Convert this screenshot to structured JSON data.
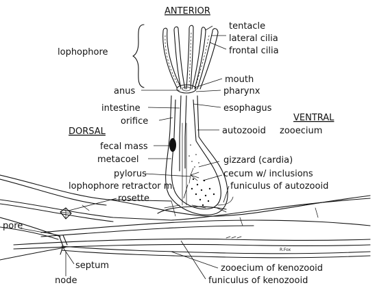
{
  "orientation": {
    "anterior": "ANTERIOR",
    "dorsal": "DORSAL",
    "ventral": "VENTRAL"
  },
  "labels": {
    "lophophore": "lophophore",
    "tentacle": "tentacle",
    "lateral_cilia": "lateral cilia",
    "frontal_cilia": "frontal cilia",
    "mouth": "mouth",
    "anus": "anus",
    "pharynx": "pharynx",
    "intestine": "intestine",
    "esophagus": "esophagus",
    "orifice": "orifice",
    "autozooid": "autozooid",
    "zooecium": "zooecium",
    "fecal_mass": "fecal mass",
    "metacoel": "metacoel",
    "gizzard": "gizzard (cardia)",
    "pylorus": "pylorus",
    "cecum": "cecum w/ inclusions",
    "lophophore_retractor": "lophophore retractor m.",
    "funiculus_autozooid": "funiculus of autozooid",
    "rosette": "rosette",
    "pore": "pore",
    "septum": "septum",
    "node": "node",
    "zooecium_kenozooid": "zooecium of kenozooid",
    "funiculus_kenozooid": "funiculus of kenozooid"
  },
  "signature": "R.Fox",
  "colors": {
    "ink": "#111111",
    "background": "#ffffff"
  }
}
